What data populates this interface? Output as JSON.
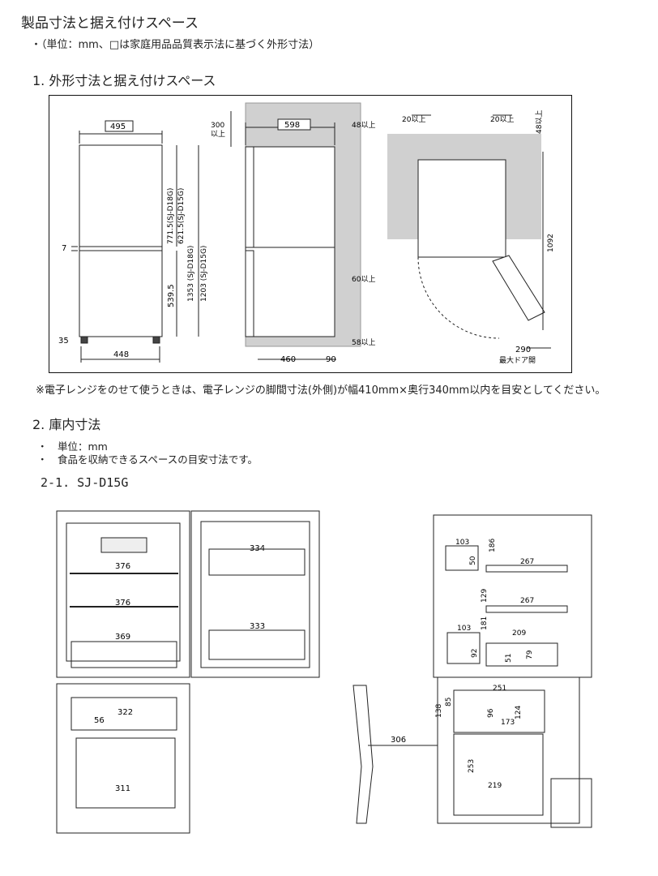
{
  "page": {
    "title": "製品寸法と据え付けスペース",
    "unit_note": "・（単位：mm、□は家庭用品品質表示法に基づく外形寸法）",
    "section1_heading": "1. 外形寸法と据え付けスペース",
    "footnote": "※電子レンジをのせて使うときは、電子レンジの脚間寸法(外側)が幅410mm×奥行340mm以内を目安としてください。",
    "section2_heading": "2. 庫内寸法",
    "bullet1": "・　単位：mm",
    "bullet2": "・　食品を収納できるスペースの目安寸法です。",
    "subsection_heading": "2-1. SJ-D15G"
  },
  "fig1": {
    "front_width": "495",
    "gap_label": "7",
    "foot_label": "35",
    "foot_width": "448",
    "fridge_h_d18": "771.5(SJ-D18G)",
    "fridge_h_d15": "621.5(SJ-D15G)",
    "freezer_h": "539.5",
    "total_h_d18": "1353 (SJ-D18G)",
    "total_h_d15": "1203 (SJ-D15G)",
    "top_space": "300",
    "top_space_sub": "以上",
    "side_width": "598",
    "side_top_gap": "48以上",
    "side_back_gap": "60以上",
    "side_bottom_gap": "58以上",
    "side_depth": "460",
    "side_door": "90",
    "top_left_gap": "20以上",
    "top_right_gap": "20以上",
    "top_back_gap": "48以上",
    "door_open_depth": "1092",
    "door_open_width": "290",
    "door_open_label": "最大ドア開"
  },
  "fig2": {
    "f_shelf1": "376",
    "f_shelf2": "376",
    "f_case": "369",
    "door_pocket1": "334",
    "door_pocket2": "333",
    "frz_upper": "322",
    "frz_small": "56",
    "frz_lower": "311",
    "door_clear": "306",
    "s_103a": "103",
    "s_50": "50",
    "s_186": "186",
    "s_267a": "267",
    "s_129": "129",
    "s_267b": "267",
    "s_103b": "103",
    "s_181": "181",
    "s_209": "209",
    "s_92": "92",
    "s_51": "51",
    "s_79": "79",
    "s_251": "251",
    "s_85": "85",
    "s_138": "138",
    "s_96": "96",
    "s_173": "173",
    "s_124": "124",
    "s_253": "253",
    "s_219": "219"
  }
}
